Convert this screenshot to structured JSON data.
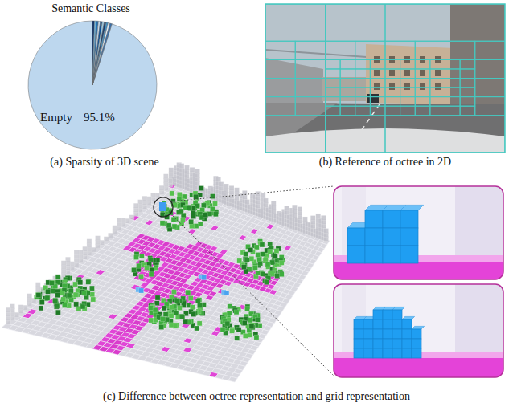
{
  "diagram": {
    "labels": [
      "Semantic Classes",
      "Empty",
      "95.1%",
      "(a) Sparsity of 3D scene",
      "(b) Reference of octree in 2D",
      "(c) Difference between octree representation and grid representation"
    ]
  }
}
